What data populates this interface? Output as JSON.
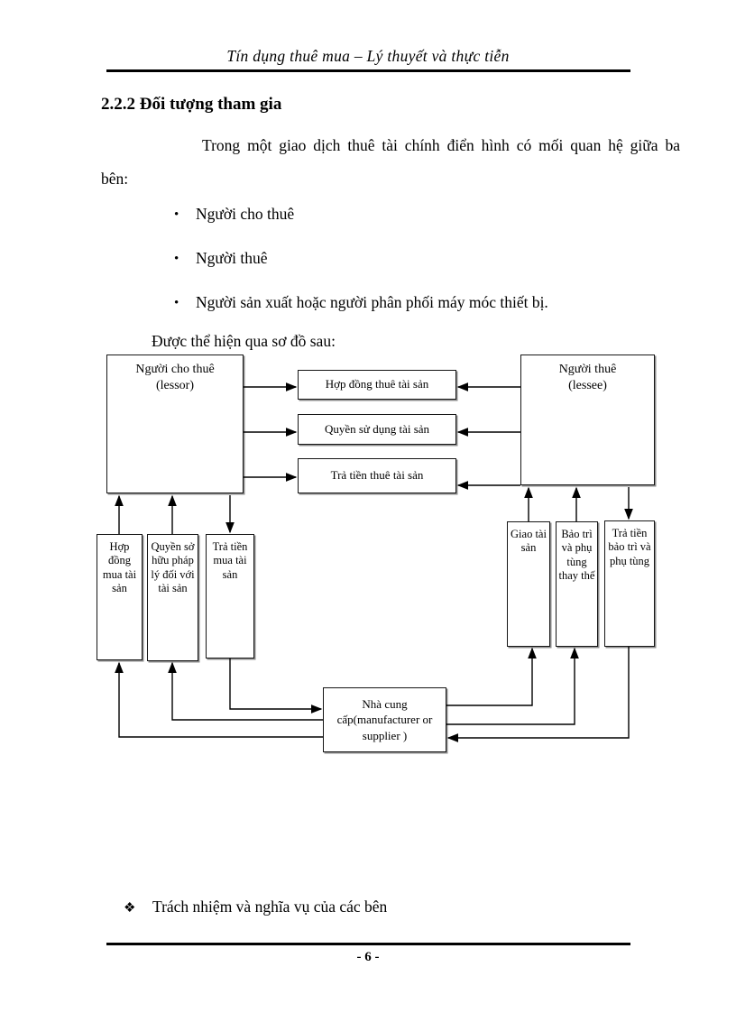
{
  "doc": {
    "title": "Tín dụng thuê mua – Lý thuyết và thực tiễn",
    "section_heading": "2.2.2 Đối tượng tham gia",
    "paragraph": {
      "line1": "Trong một giao dịch thuê tài chính điển hình có mối quan hệ giữa ba",
      "line2": "bên:"
    },
    "list": {
      "marker": "•",
      "items": [
        "Người cho thuê",
        "Người thuê",
        "Người sản xuất  hoặc người phân phối máy móc thiết bị."
      ]
    },
    "lead_in": "Được thể hiện qua sơ đồ sau:",
    "diagram": {
      "lessor": {
        "name": "Người cho thuê",
        "alias": "(lessor)"
      },
      "lessee": {
        "name": "Người thuê",
        "alias": "(lessee)"
      },
      "relationship_boxes": [
        "Hợp đồng thuê tài sản",
        "Quyền sử dụng tài sản",
        "Trả tiền thuê tài sản"
      ],
      "lessor_supplier_flows": [
        "Hợp đồng mua tài sản",
        "Quyền sở hữu pháp lý đối với tài sản",
        "Trả tiền mua tài sản"
      ],
      "lessee_supplier_flows": [
        "Giao tài sản",
        "Bảo trì và phụ tùng thay thế",
        "Trả tiền bảo trì và phụ tùng"
      ],
      "supplier_label": "Nhà cung cấp(manufacturer or supplier )",
      "ink_color": "#000000"
    },
    "note": {
      "marker": "❖",
      "text": "Trách nhiệm  và nghĩa vụ của các bên"
    },
    "footer": {
      "page_number": "- 6 -"
    }
  }
}
